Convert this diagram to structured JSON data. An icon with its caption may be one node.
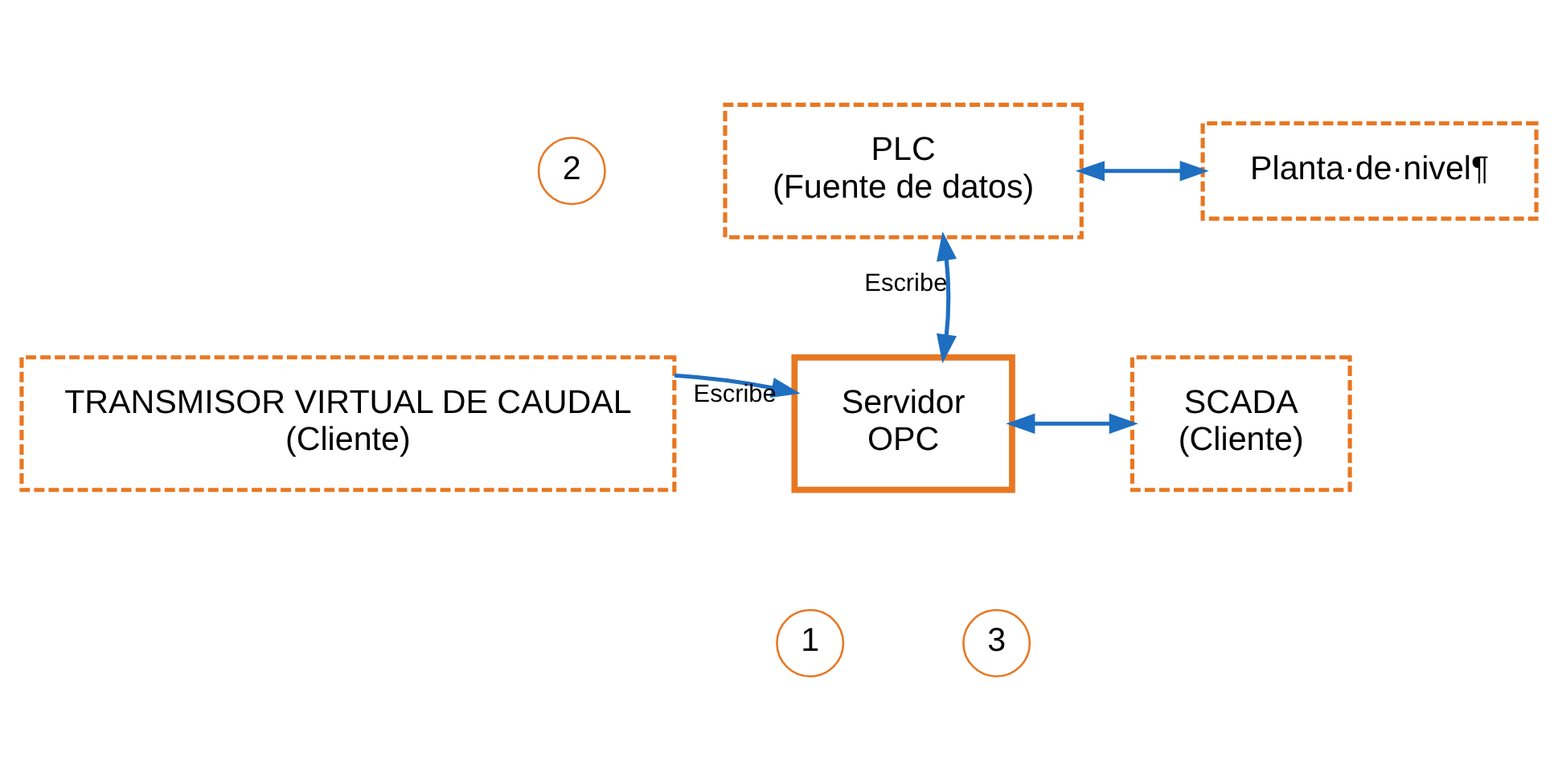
{
  "diagram": {
    "nodes": [
      {
        "text": [
          "PLC",
          "(Fuente de datos)"
        ]
      },
      {
        "text": [
          "Planta·de·nivel¶"
        ]
      },
      {
        "text": [
          "TRANSMISOR VIRTUAL DE CAUDAL",
          "(Cliente)"
        ]
      },
      {
        "text": [
          "Servidor",
          "OPC"
        ]
      },
      {
        "text": [
          "SCADA",
          "(Cliente)"
        ]
      },
      {
        "text": [
          "1"
        ]
      },
      {
        "text": [
          "2"
        ]
      },
      {
        "text": [
          "3"
        ]
      }
    ],
    "edges": [
      {
        "from": 0,
        "to": 1,
        "arrow": "both"
      },
      {
        "from": 0,
        "to": 3,
        "arrow": "both",
        "label": "Escribe"
      },
      {
        "from": 2,
        "to": 3,
        "arrow": "to",
        "label": "Escribe"
      },
      {
        "from": 3,
        "to": 4,
        "arrow": "both"
      }
    ]
  }
}
